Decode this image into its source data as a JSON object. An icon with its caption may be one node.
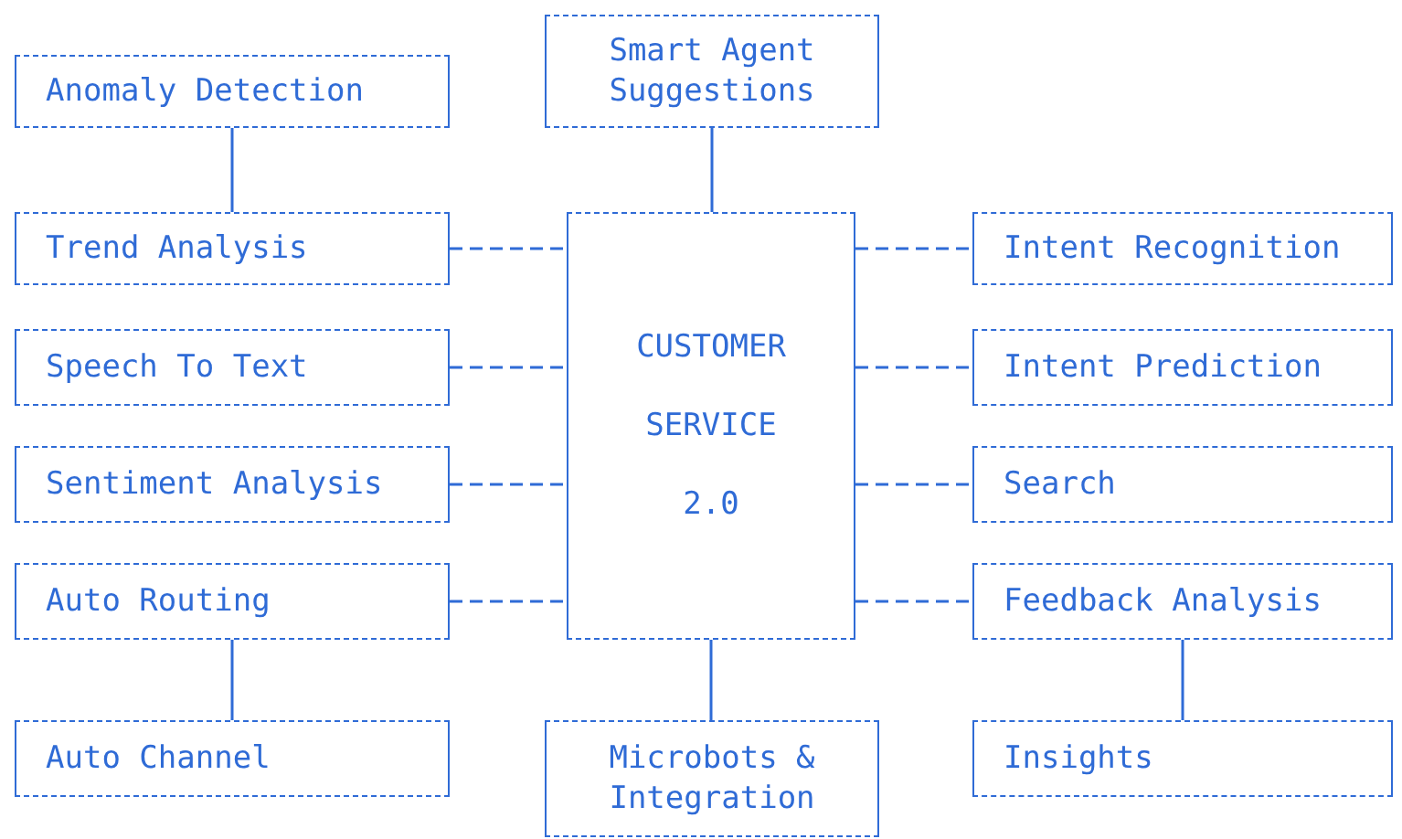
{
  "diagram": {
    "nodes": [
      {
        "text": [
          "Anomaly Detection"
        ]
      },
      {
        "text": [
          "Smart Agent Suggestions"
        ]
      },
      {
        "text": [
          "Trend Analysis"
        ]
      },
      {
        "text": [
          "Speech To Text"
        ]
      },
      {
        "text": [
          "Sentiment Analysis"
        ]
      },
      {
        "text": [
          "Auto Routing"
        ]
      },
      {
        "text": [
          "CUSTOMER SERVICE 2.0"
        ]
      },
      {
        "text": [
          "Intent Recognition"
        ]
      },
      {
        "text": [
          "Intent Prediction"
        ]
      },
      {
        "text": [
          "Search"
        ]
      },
      {
        "text": [
          "Feedback Analysis"
        ]
      },
      {
        "text": [
          "Auto Channel"
        ]
      },
      {
        "text": [
          "Microbots & Integration"
        ]
      },
      {
        "text": [
          "Insights"
        ]
      }
    ],
    "edges": [
      {
        "from": 0,
        "to": 2,
        "arrow": "none"
      },
      {
        "from": 1,
        "to": 6,
        "arrow": "none"
      },
      {
        "from": 2,
        "to": 6,
        "arrow": "none",
        "style": "dashed"
      },
      {
        "from": 3,
        "to": 6,
        "arrow": "none",
        "style": "dashed"
      },
      {
        "from": 4,
        "to": 6,
        "arrow": "none",
        "style": "dashed"
      },
      {
        "from": 5,
        "to": 6,
        "arrow": "none",
        "style": "dashed"
      },
      {
        "from": 6,
        "to": 7,
        "arrow": "none",
        "style": "dashed"
      },
      {
        "from": 6,
        "to": 8,
        "arrow": "none",
        "style": "dashed"
      },
      {
        "from": 6,
        "to": 9,
        "arrow": "none",
        "style": "dashed"
      },
      {
        "from": 6,
        "to": 10,
        "arrow": "none",
        "style": "dashed"
      },
      {
        "from": 5,
        "to": 11,
        "arrow": "none"
      },
      {
        "from": 6,
        "to": 12,
        "arrow": "none"
      },
      {
        "from": 10,
        "to": 13,
        "arrow": "none"
      }
    ]
  }
}
